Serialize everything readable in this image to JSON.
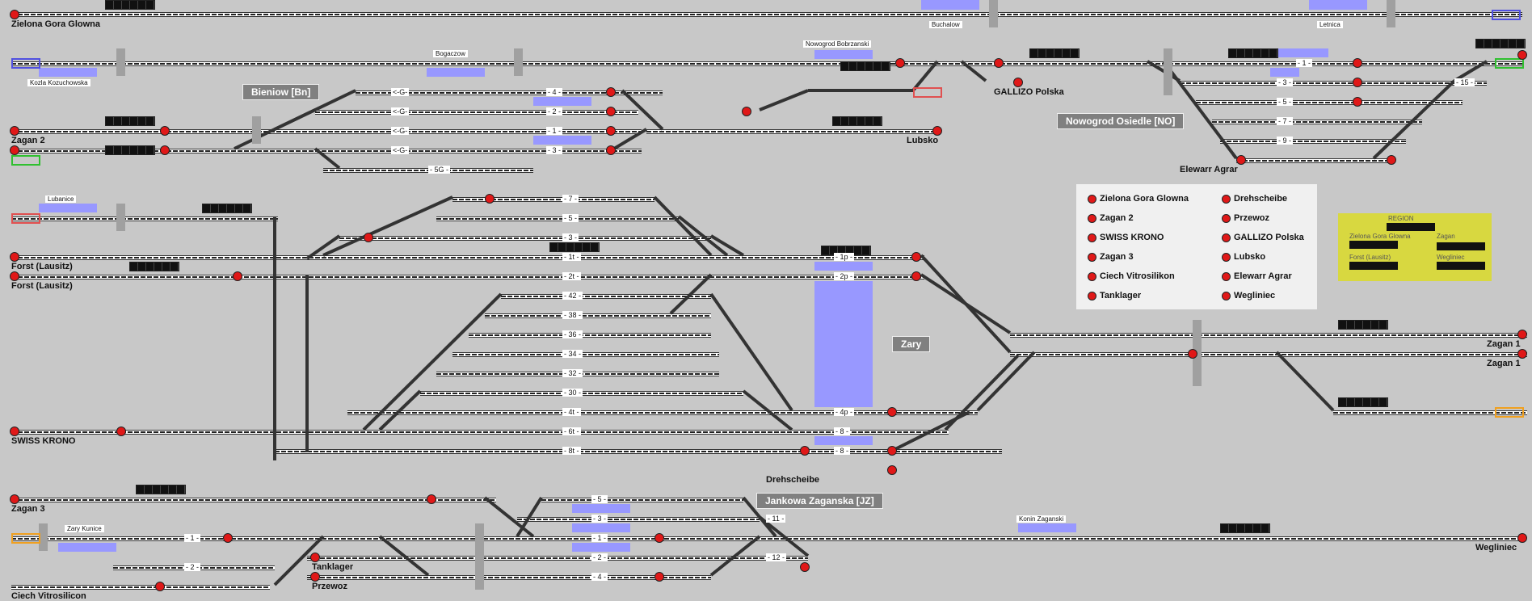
{
  "station_labels": {
    "zielona_gora_glowna": "Zielona Gora Glowna",
    "zagan_2": "Zagan 2",
    "forst_1": "Forst (Lausitz)",
    "forst_2": "Forst (Lausitz)",
    "swiss_krono": "SWISS KRONO",
    "zagan_3": "Zagan 3",
    "ciech_vitrosilicon": "Ciech Vitrosilicon",
    "tanklager": "Tanklager",
    "przewoz": "Przewoz",
    "drehscheibe": "Drehscheibe",
    "lubsko": "Lubsko",
    "gallizo_polska": "GALLIZO Polska",
    "elewarr_agrar": "Elewarr Agrar",
    "zagan_1a": "Zagan 1",
    "zagan_1b": "Zagan 1",
    "wegliniec": "Wegliniec"
  },
  "small_labels": {
    "buchalow": "Buchalow",
    "letnica": "Letnica",
    "bogaczow": "Bogaczow",
    "nowogrod_bobrzanski": "Nowogrod Bobrzanski",
    "kozla_kozuchowska": "Kozla Kozuchowska",
    "lubanice": "Lubanice",
    "zary_kunice": "Zary  Kunice",
    "konin_zaganski": "Konin Zaganski"
  },
  "area_boxes": {
    "bieniow": "Bieniow [Bn]",
    "nowogrod_osiedle": "Nowogrod Osiedle [NO]",
    "zary": "Zary",
    "jankowa": "Jankowa Zaganska [JZ]"
  },
  "track_tags": {
    "t4": "- 4 -",
    "t2": "- 2 -",
    "t1": "- 1 -",
    "t3": "- 3 -",
    "g1": "<-G-",
    "g2": "<-G-",
    "g3": "<-G-",
    "g4": "<-G-",
    "t5g": "- 5G -",
    "n1": "- 1 -",
    "n3": "- 3 -",
    "n5": "- 5 -",
    "n7": "- 7 -",
    "n9": "- 9 -",
    "n15": "- 15 -",
    "z7": "- 7 -",
    "z5": "- 5 -",
    "z3": "- 3 -",
    "z1t": "- 1t -",
    "z2t": "- 2t -",
    "z1p": "- 1p -",
    "z2p": "- 2p -",
    "z42": "- 42 -",
    "z38": "- 38 -",
    "z36": "- 36 -",
    "z34": "- 34 -",
    "z32": "- 32 -",
    "z30": "- 30 -",
    "z4t": "- 4t -",
    "z6t": "- 6t -",
    "z8t": "- 8t -",
    "z4p": "- 4p -",
    "z8": "- 8 -",
    "z8b": "- 8 -",
    "w1": "- 1 -",
    "w2": "- 2 -",
    "j5": "- 5 -",
    "j3": "- 3 -",
    "j1": "- 1 -",
    "j2": "- 2 -",
    "j4": "- 4 -",
    "j11": "- 11 -",
    "j12": "- 12 -"
  },
  "legend": {
    "left": [
      "Zielona Gora Glowna",
      "Zagan 2",
      "SWISS KRONO",
      "Zagan 3",
      "Ciech Vitrosilikon",
      "Tanklager"
    ],
    "right": [
      "Drehscheibe",
      "Przewoz",
      "GALLIZO Polska",
      "Lubsko",
      "Elewarr Agrar",
      "Wegliniec"
    ]
  },
  "region_panel": {
    "title": "REGION",
    "zielona": "Zielona Gora Glowna",
    "zagan": "Zagan",
    "forst": "Forst (Lausitz)",
    "wegliniec": "Wegliniec"
  },
  "colors": {
    "background": "#c8c8c8",
    "platform": "#9898ff",
    "signal_red": "#e01818",
    "end_blue": "#5050e0",
    "end_green": "#30c030",
    "end_red": "#e05050",
    "end_orange": "#f0a020",
    "legend_bg": "#f0f0f0",
    "region_bg": "#d8d840"
  }
}
